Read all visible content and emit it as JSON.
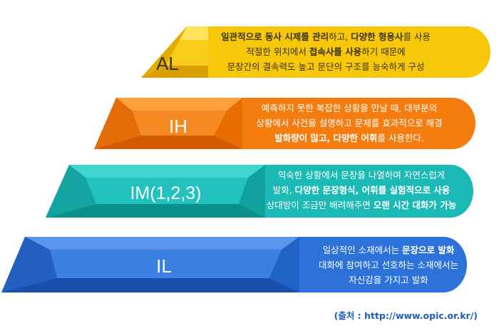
{
  "tiers": [
    {
      "level": "AL",
      "lines": [
        [
          {
            "t": "일관적으로 동사 시제를 관리",
            "b": true
          },
          {
            "t": "하고, ",
            "b": false
          },
          {
            "t": "다양한 형용사",
            "b": true
          },
          {
            "t": "를 사용",
            "b": false
          }
        ],
        [
          {
            "t": "적절한 위치에서 ",
            "b": false
          },
          {
            "t": "접속사를 사용",
            "b": true
          },
          {
            "t": "하기 때문에",
            "b": false
          }
        ],
        [
          {
            "t": "문장간의 결속력도 높고 문단의 구조를 능숙하게 구성",
            "b": false
          }
        ]
      ]
    },
    {
      "level": "IH",
      "lines": [
        [
          {
            "t": "예측하지 못한 복잡한 상황을 만날 때,  대부분의",
            "b": false
          }
        ],
        [
          {
            "t": "상황에서 사건을  설명하고 문제를 효과적으로 해결",
            "b": false
          }
        ],
        [
          {
            "t": "발화량이 많고, 다양한 어휘",
            "b": true
          },
          {
            "t": "를 사용한다.",
            "b": false
          }
        ]
      ]
    },
    {
      "level": "IM(1,2,3)",
      "lines": [
        [
          {
            "t": "익숙한 상황에서 문장을 나열하며 자연스럽게",
            "b": false
          }
        ],
        [
          {
            "t": "발화, ",
            "b": false
          },
          {
            "t": "다양한 문장형식, 어휘를 실험적으로 사용",
            "b": true
          }
        ],
        [
          {
            "t": "상대방이 조금만 배려해주면 ",
            "b": false
          },
          {
            "t": "오랜 시간 대화가 가능",
            "b": true
          }
        ]
      ]
    },
    {
      "level": "IL",
      "lines": [
        [
          {
            "t": "일상적인 소재에서는 ",
            "b": false
          },
          {
            "t": "문장으로 발화",
            "b": true
          }
        ],
        [
          {
            "t": "대화에 참여하고 선호하는 소재에서는",
            "b": false
          }
        ],
        [
          {
            "t": "자신감을 가지고 발화",
            "b": false
          }
        ]
      ]
    }
  ],
  "source": "(출처 : http://www.opic.or.kr/)",
  "colors": {
    "al": {
      "main": "#f5c400",
      "light": "#ffe35a",
      "dark": "#d99e00",
      "banner": "#f7c70a",
      "text": "#3a3320"
    },
    "ih": {
      "main": "#f37a12",
      "light": "#ffa23c",
      "dark": "#d15a00",
      "banner": "#f57d10",
      "text": "#ffffff"
    },
    "im": {
      "main": "#1bb7b4",
      "light": "#3fd6d2",
      "dark": "#0d8f8c",
      "banner": "#1bbab6",
      "text": "#ffffff"
    },
    "il": {
      "main": "#2a6fd6",
      "light": "#5a96ee",
      "dark": "#1a4fae",
      "banner": "#2c72d8",
      "text": "#ffffff"
    }
  }
}
